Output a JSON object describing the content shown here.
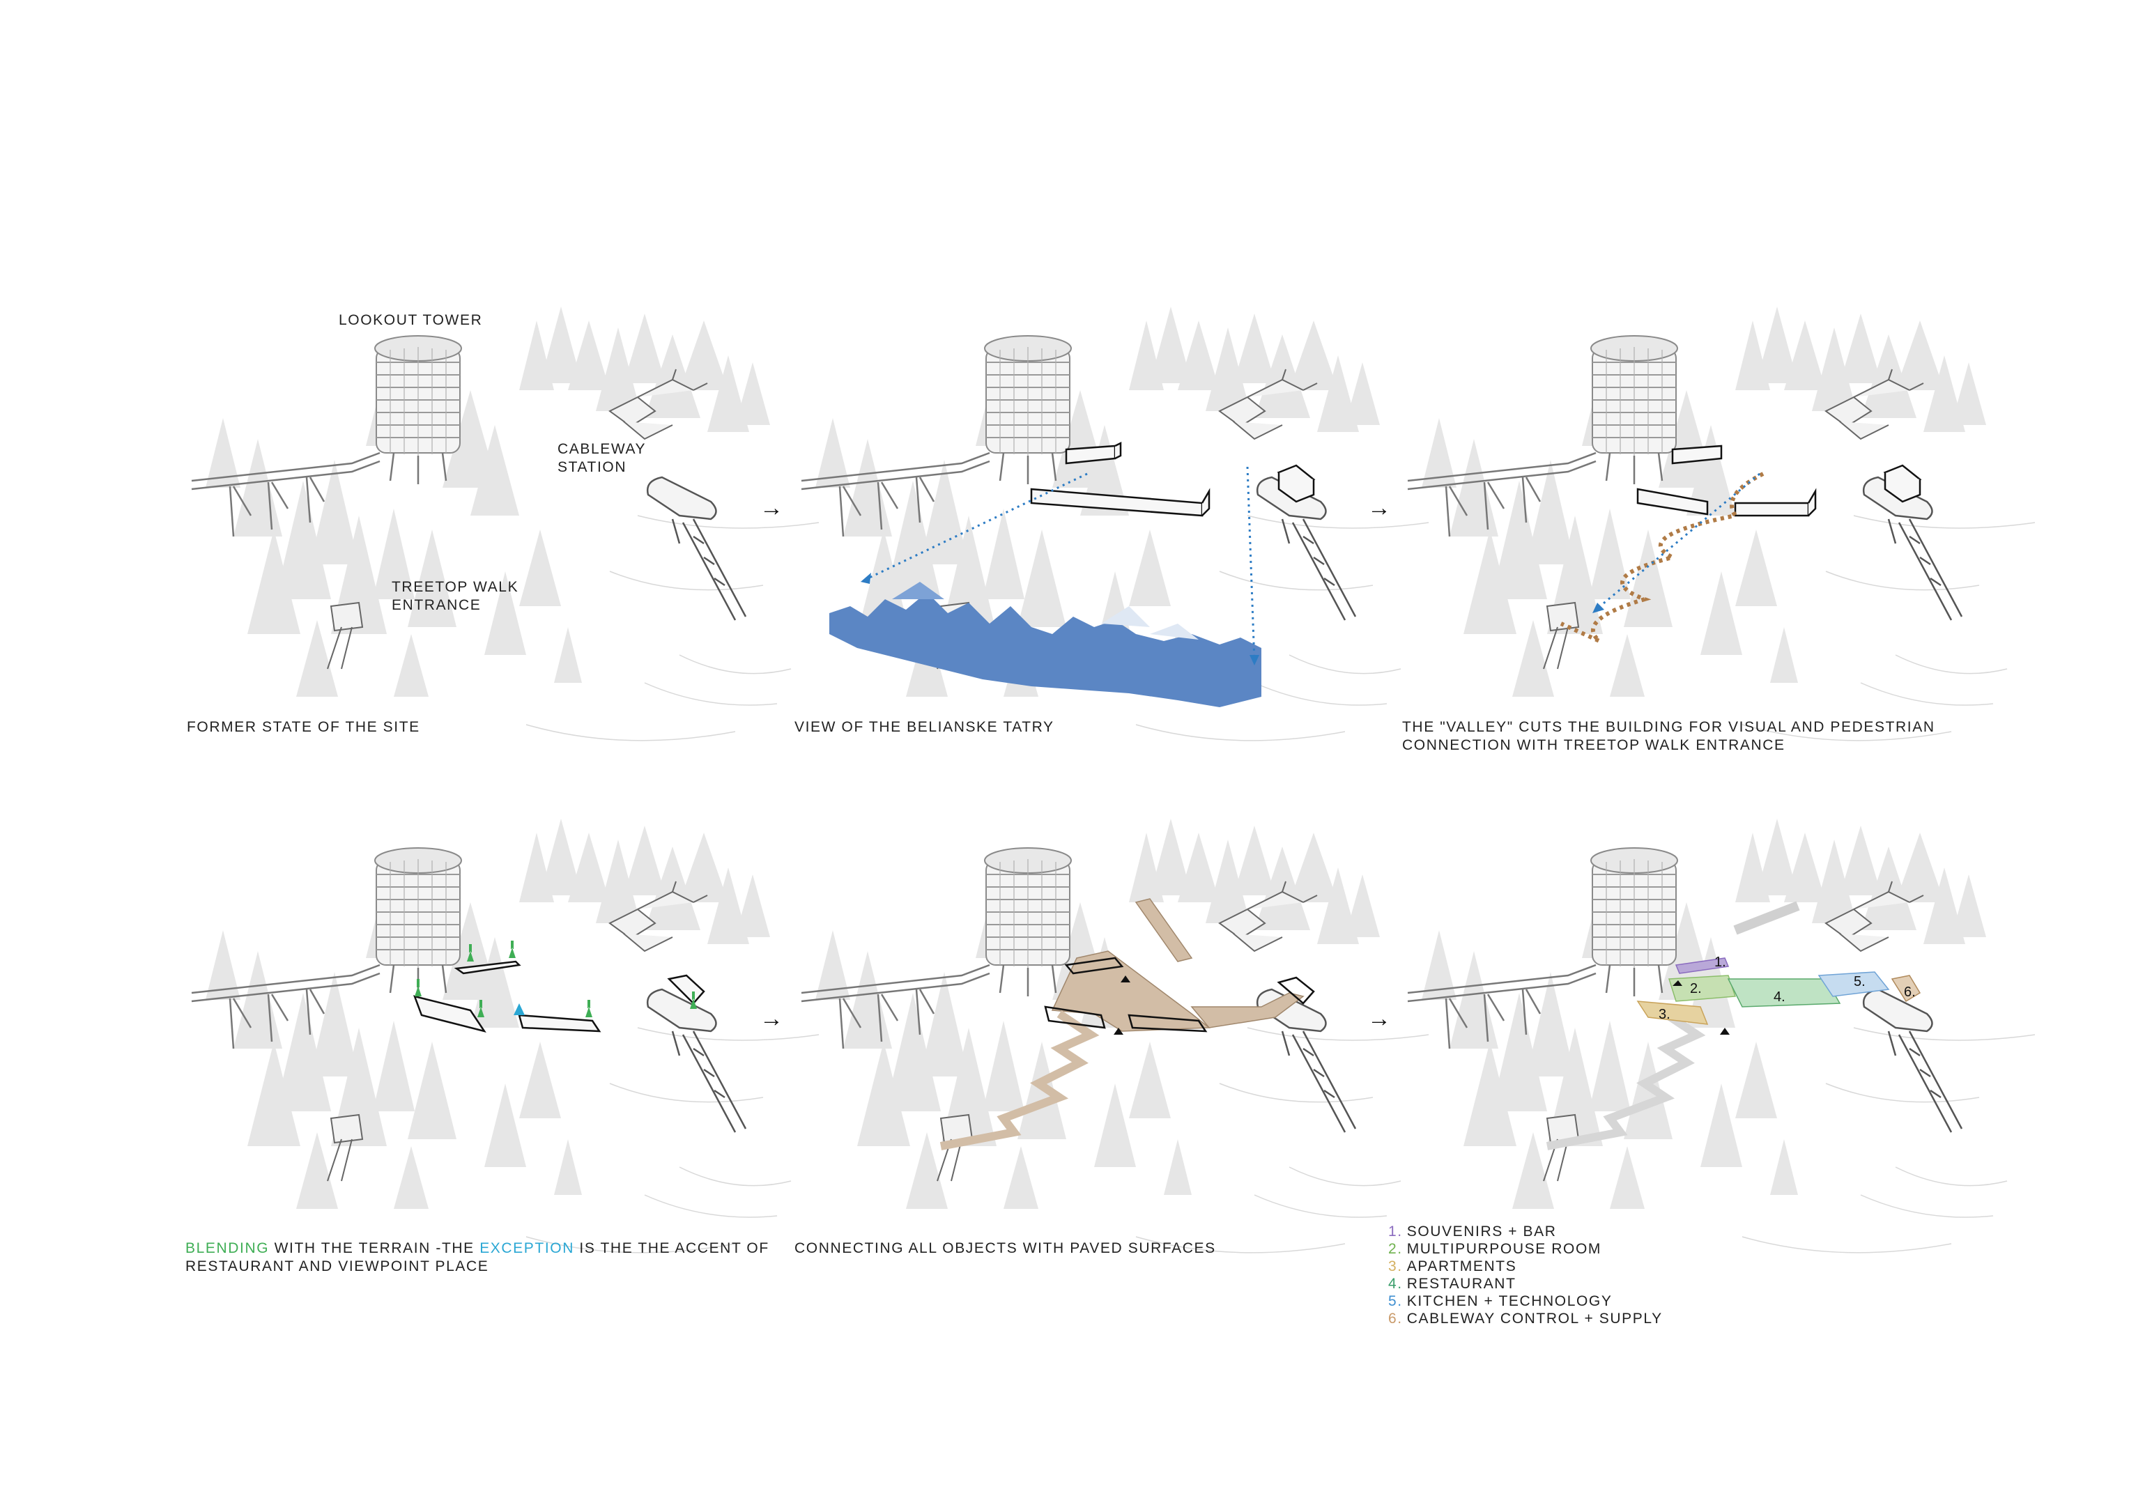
{
  "colors": {
    "tree": "#e4e4e4",
    "tower": "#8a8a8a",
    "mountain": "#5b86c4",
    "path_dashed": "#b07b46",
    "sightline": "#2d7cc4",
    "paved": "#c9b29a",
    "green_accent": "#3fae55",
    "blue_accent": "#2aa7d4",
    "zone_1": "#b9a8d8",
    "zone_2": "#c6e0b2",
    "zone_3": "#e6d2a0",
    "zone_4": "#bfe3c4",
    "zone_5": "#c6dcf0",
    "zone_6": "#e3cfb6"
  },
  "labels": {
    "lookout_tower": "LOOKOUT TOWER",
    "cableway_1": "CABLEWAY",
    "cableway_2": "STATION",
    "treetop_1": "TREETOP WALK",
    "treetop_2": "ENTRANCE"
  },
  "captions": {
    "p1": "FORMER STATE OF THE SITE",
    "p2": "VIEW OF THE BELIANSKE TATRY",
    "p3_line1": "THE \"VALLEY\" CUTS THE BUILDING FOR VISUAL AND PEDESTRIAN",
    "p3_line2": "CONNECTION WITH TREETOP WALK ENTRANCE",
    "p4_blending": "BLENDING",
    "p4_mid": " WITH THE TERRAIN -THE ",
    "p4_exception": "EXCEPTION",
    "p4_end": " IS THE THE ACCENT OF",
    "p4_line2": "RESTAURANT AND VIEWPOINT PLACE",
    "p5": "CONNECTING ALL OBJECTS WITH PAVED SURFACES"
  },
  "arrows": [
    "→",
    "→",
    "→",
    "→"
  ],
  "zones": [
    "1.",
    "2.",
    "3.",
    "4.",
    "5.",
    "6."
  ],
  "legend": [
    {
      "num": "1.",
      "text": "SOUVENIRS + BAR",
      "color": "#8a6bbf"
    },
    {
      "num": "2.",
      "text": "MULTIPURPOUSE ROOM",
      "color": "#6fb24e"
    },
    {
      "num": "3.",
      "text": "APARTMENTS",
      "color": "#d4b060"
    },
    {
      "num": "4.",
      "text": "RESTAURANT",
      "color": "#3a9d6a"
    },
    {
      "num": "5.",
      "text": "KITCHEN + TECHNOLOGY",
      "color": "#3f8fd0"
    },
    {
      "num": "6.",
      "text": "CABLEWAY CONTROL + SUPPLY",
      "color": "#c99a6a"
    }
  ]
}
